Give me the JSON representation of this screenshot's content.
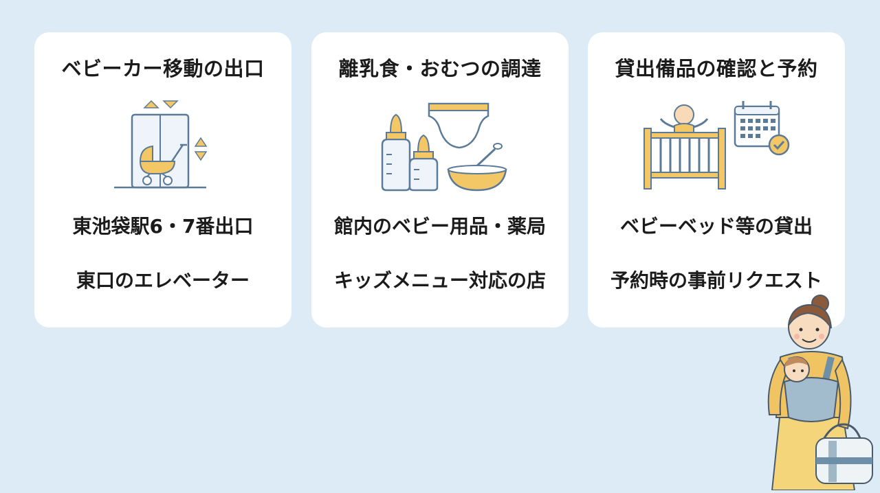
{
  "cards": [
    {
      "title": "ベビーカー移動の出口",
      "icon": "elevator-stroller-icon",
      "lines": [
        "東池袋駅6・7番出口",
        "東口のエレベーター"
      ]
    },
    {
      "title": "離乳食・おむつの調達",
      "icon": "bottles-diaper-bowl-icon",
      "lines": [
        "館内のベビー用品・薬局",
        "キッズメニュー対応の店"
      ]
    },
    {
      "title": "貸出備品の確認と予約",
      "icon": "crib-calendar-icon",
      "lines": [
        "ベビーベッド等の貸出",
        "予約時の事前リクエスト"
      ]
    }
  ],
  "illustration": "mother-with-baby-carrier-icon",
  "colors": {
    "background": "#dcebf6",
    "card": "#ffffff",
    "accent_yellow": "#f3c766",
    "line_blue": "#5b7a97"
  }
}
